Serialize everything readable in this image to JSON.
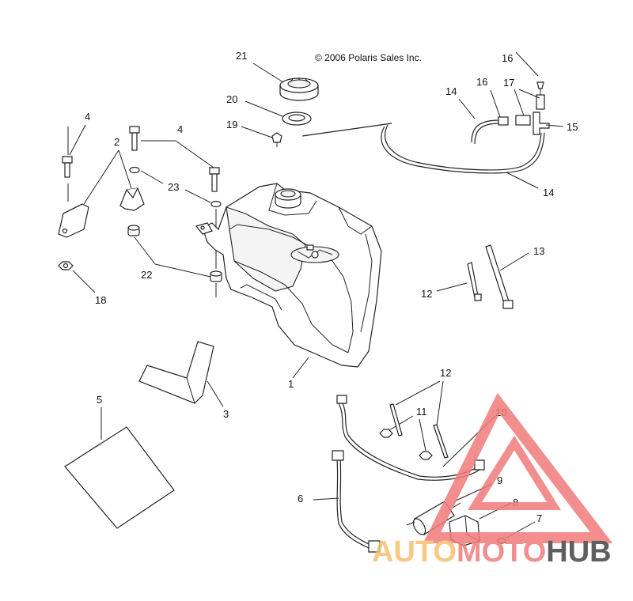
{
  "copyright": "© 2006 Polaris Sales Inc.",
  "callouts": {
    "c1": "1",
    "c2": "2",
    "c3": "3",
    "c4a": "4",
    "c4b": "4",
    "c5": "5",
    "c6": "6",
    "c7": "7",
    "c8": "8",
    "c9": "9",
    "c10": "10",
    "c11": "11",
    "c12a": "12",
    "c12b": "12",
    "c13": "13",
    "c14a": "14",
    "c14b": "14",
    "c15": "15",
    "c16a": "16",
    "c16b": "16",
    "c17": "17",
    "c18": "18",
    "c19": "19",
    "c20": "20",
    "c21": "21",
    "c22": "22",
    "c23": "23"
  },
  "watermark": {
    "word1": "AUTO",
    "word2": "MOTO",
    "word3": "HUB",
    "color_primary": "#f07b7b",
    "color_secondary": "#f6c070",
    "color_dark": "#444444"
  }
}
